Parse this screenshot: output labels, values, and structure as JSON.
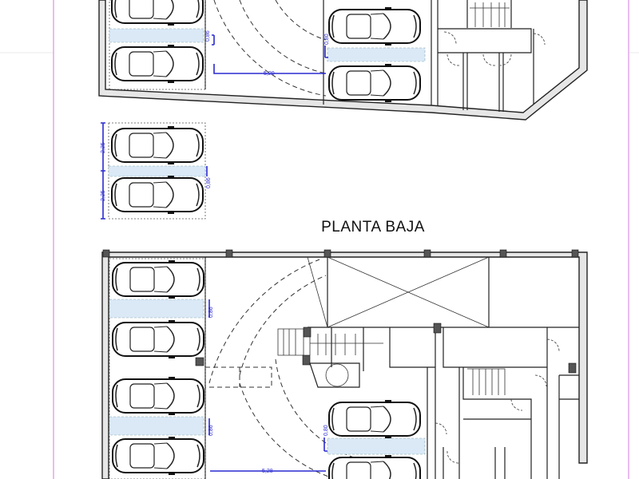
{
  "plan": {
    "title": "PLANTA BAJA",
    "colors": {
      "page_border": "#e2a6ec",
      "dimension": "#2a2ad0",
      "parking_stripe": "#dbe9f7"
    }
  },
  "dimensions": {
    "top_width": "5,20",
    "top_left_gap": "0,86",
    "top_right_gap": "0,80",
    "legend_slot_1": "2,25",
    "legend_slot_2": "2,25",
    "legend_gap": "0,86",
    "lower_gap_1": "0,86",
    "lower_gap_2": "0,86",
    "lower_right_gap": "0,80",
    "lower_width": "5,28"
  }
}
